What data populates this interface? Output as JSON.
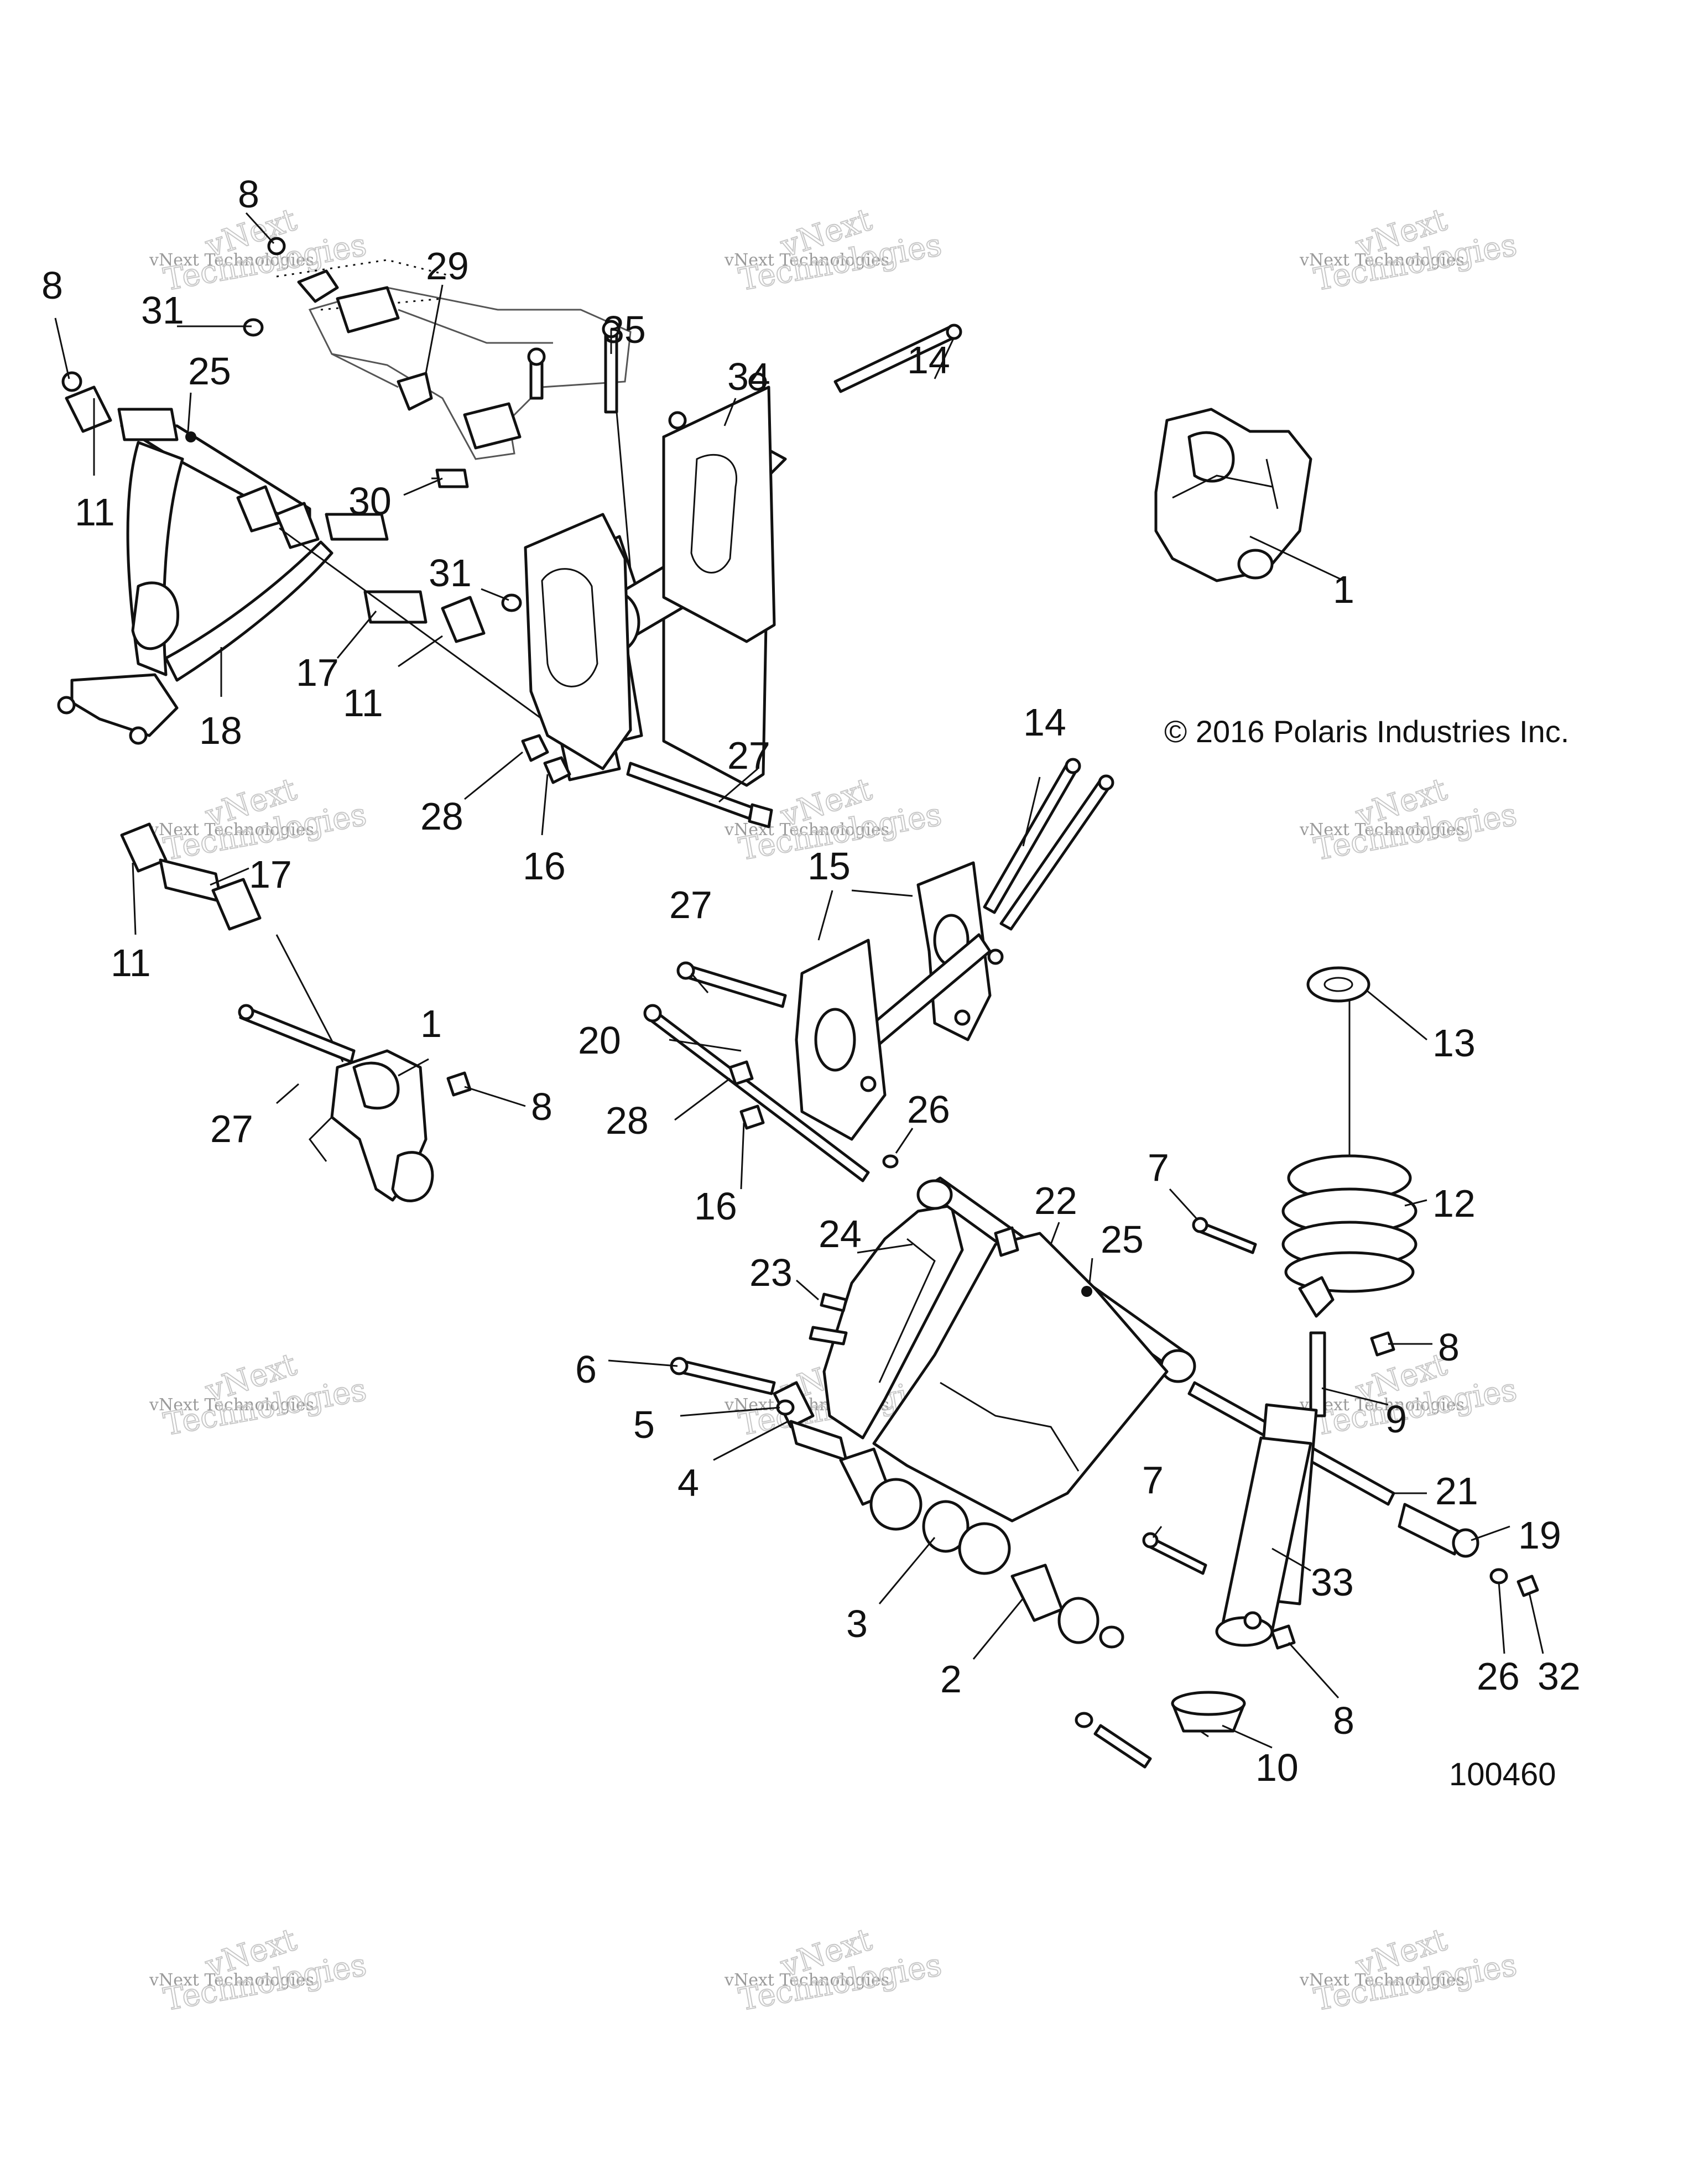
{
  "copyright": "© 2016 Polaris Industries Inc.",
  "figure_number": "100460",
  "watermark": {
    "line1": "vNext Technologies",
    "line2": "Technologies",
    "faint": "vNext"
  },
  "callouts": [
    "8",
    "29",
    "8",
    "31",
    "25",
    "35",
    "34",
    "14",
    "11",
    "30",
    "31",
    "1",
    "17",
    "18",
    "11",
    "28",
    "16",
    "27",
    "14",
    "17",
    "11",
    "15",
    "27",
    "13",
    "1",
    "20",
    "28",
    "26",
    "27",
    "8",
    "16",
    "7",
    "22",
    "24",
    "25",
    "12",
    "23",
    "8",
    "6",
    "5",
    "9",
    "4",
    "7",
    "21",
    "19",
    "33",
    "3",
    "2",
    "26",
    "32",
    "8",
    "10"
  ]
}
